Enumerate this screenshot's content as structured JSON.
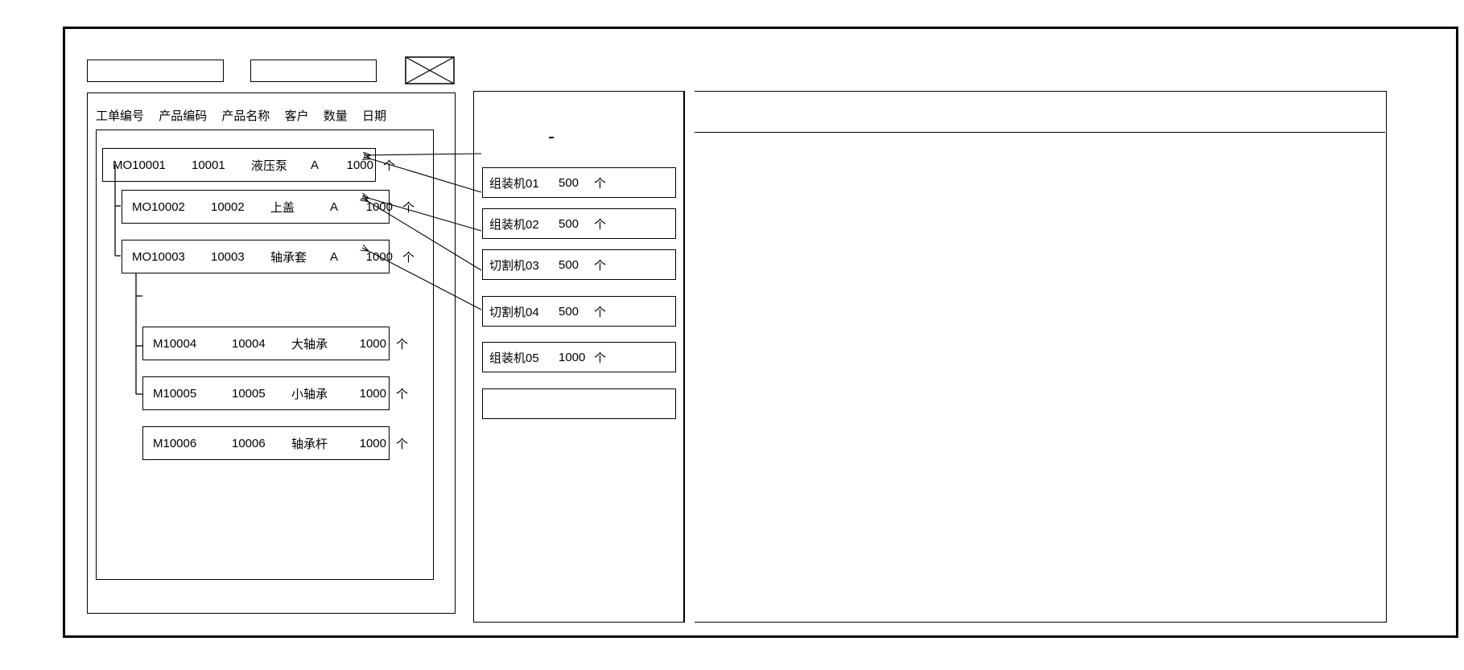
{
  "window": {
    "title": ""
  },
  "toolbar": {
    "fields": [
      {
        "name": "field-1",
        "value": "",
        "placeholder": ""
      },
      {
        "name": "field-2",
        "value": "",
        "placeholder": ""
      }
    ],
    "image_placeholder_icon": "image-placeholder-icon"
  },
  "left_panel": {
    "columns": [
      "工单编号",
      "产品编码",
      "产品名称",
      "客户",
      "数量",
      "日期"
    ],
    "rows": [
      {
        "work_order": "MO10001",
        "product_code": "10001",
        "product_name": "液压泵",
        "customer": "A",
        "quantity": "1000",
        "unit": "个",
        "level": 0
      },
      {
        "work_order": "MO10002",
        "product_code": "10002",
        "product_name": "上盖",
        "customer": "A",
        "quantity": "1000",
        "unit": "个",
        "level": 1
      },
      {
        "work_order": "MO10003",
        "product_code": "10003",
        "product_name": "轴承套",
        "customer": "A",
        "quantity": "1000",
        "unit": "个",
        "level": 1
      },
      {
        "work_order": "M10004",
        "product_code": "10004",
        "product_name": "大轴承",
        "customer": "",
        "quantity": "1000",
        "unit": "个",
        "level": 2
      },
      {
        "work_order": "M10005",
        "product_code": "10005",
        "product_name": "小轴承",
        "customer": "",
        "quantity": "1000",
        "unit": "个",
        "level": 2
      },
      {
        "work_order": "M10006",
        "product_code": "10006",
        "product_name": "轴承杆",
        "customer": "",
        "quantity": "1000",
        "unit": "个",
        "level": 2
      }
    ]
  },
  "mid_panel": {
    "machines": [
      {
        "name": "组装机01",
        "quantity": "500",
        "unit": "个"
      },
      {
        "name": "组装机02",
        "quantity": "500",
        "unit": "个"
      },
      {
        "name": "切割机03",
        "quantity": "500",
        "unit": "个"
      },
      {
        "name": "切割机04",
        "quantity": "500",
        "unit": "个"
      },
      {
        "name": "组装机05",
        "quantity": "1000",
        "unit": "个"
      },
      {
        "name": "",
        "quantity": "",
        "unit": ""
      }
    ]
  },
  "right_panel": {
    "header_text": "",
    "body_text": ""
  },
  "colors": {
    "line": "#000000",
    "background": "#ffffff"
  }
}
